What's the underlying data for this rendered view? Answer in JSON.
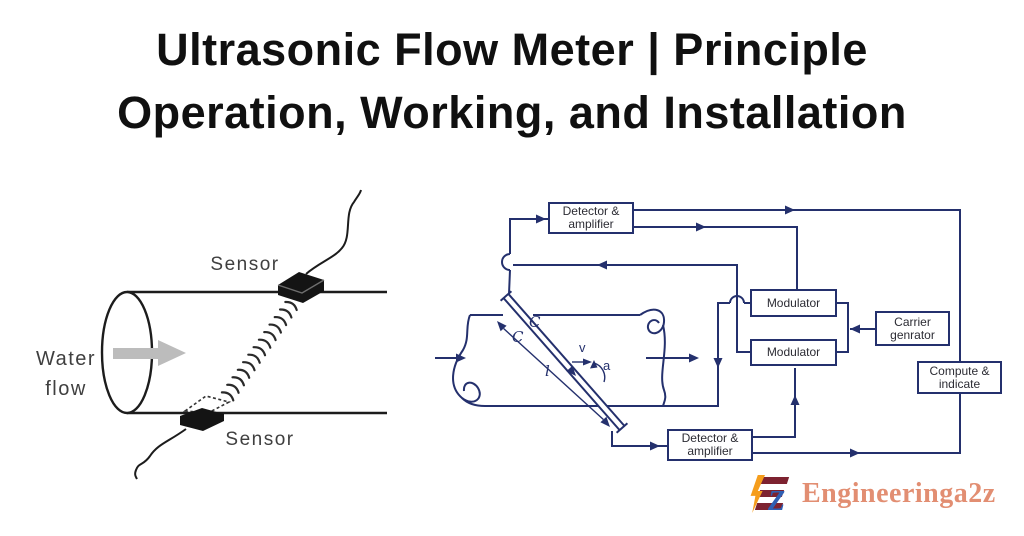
{
  "title": {
    "line1": "Ultrasonic Flow Meter | Principle",
    "line2": "Operation, Working, and Installation"
  },
  "left_diagram": {
    "water_flow_line1": "Water",
    "water_flow_line2": "flow",
    "sensor_top_label": "Sensor",
    "sensor_bottom_label": "Sensor"
  },
  "right_diagram": {
    "boxes": {
      "detector_top": {
        "line1": "Detector &",
        "line2": "amplifier"
      },
      "modulator_upper": {
        "line1": "Modulator"
      },
      "modulator_lower": {
        "line1": "Modulator"
      },
      "carrier": {
        "line1": "Carrier",
        "line2": "genrator"
      },
      "compute": {
        "line1": "Compute &",
        "line2": "indicate"
      },
      "detector_bottom": {
        "line1": "Detector &",
        "line2": "amplifier"
      }
    },
    "symbols": {
      "c_upper": "C",
      "c_lower": "C",
      "path_length": "l",
      "velocity": "v",
      "angle": "a"
    }
  },
  "logo": {
    "text": "Engineeringa2z",
    "mark_letter": "Z"
  },
  "colors": {
    "title": "#101010",
    "diagram_line_black": "#1c1c1c",
    "diagram_line_navy": "#24306d",
    "flow_arrow_gray": "#bcbcbc",
    "label_gray": "#3f3f3f",
    "logo_text_salmon": "#e28e72",
    "logo_maroon": "#7d2230",
    "logo_orange": "#f59d1c",
    "logo_blue": "#2f5fb3"
  }
}
